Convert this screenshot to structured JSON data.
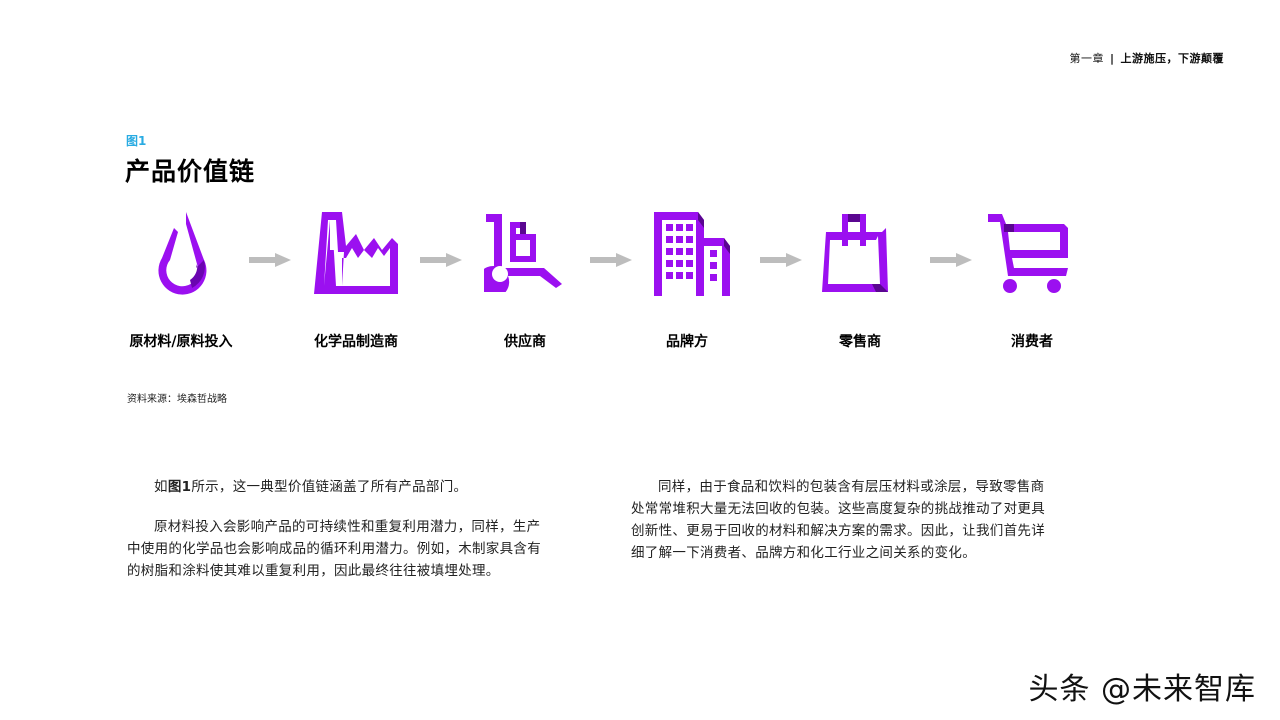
{
  "header": {
    "chapter": "第一章",
    "separator": "|",
    "chapter_title": "上游施压，下游颠覆"
  },
  "figure": {
    "label": "图1",
    "title": "产品价值链",
    "icon_color": "#9b10f0",
    "arrow_color": "#bdbdbd",
    "nodes": [
      {
        "label": "原材料/原料投入",
        "icon": "droplet-icon"
      },
      {
        "label": "化学品制造商",
        "icon": "factory-icon"
      },
      {
        "label": "供应商",
        "icon": "hand-truck-icon"
      },
      {
        "label": "品牌方",
        "icon": "building-icon"
      },
      {
        "label": "零售商",
        "icon": "shopping-bag-icon"
      },
      {
        "label": "消费者",
        "icon": "shopping-cart-icon"
      }
    ],
    "source": "资料来源：埃森哲战略"
  },
  "body": {
    "left": {
      "p1_prefix": "如",
      "p1_ref": "图1",
      "p1_rest": "所示，这一典型价值链涵盖了所有产品部门。",
      "p2": "原材料投入会影响产品的可持续性和重复利用潜力，同样，生产中使用的化学品也会影响成品的循环利用潜力。例如，木制家具含有的树脂和涂料使其难以重复利用，因此最终往往被填埋处理。"
    },
    "right": {
      "p1": "同样，由于食品和饮料的包装含有层压材料或涂层，导致零售商处常常堆积大量无法回收的包装。这些高度复杂的挑战推动了对更具创新性、更易于回收的材料和解决方案的需求。因此，让我们首先详细了解一下消费者、品牌方和化工行业之间关系的变化。"
    }
  },
  "watermark": "头条 @未来智库"
}
